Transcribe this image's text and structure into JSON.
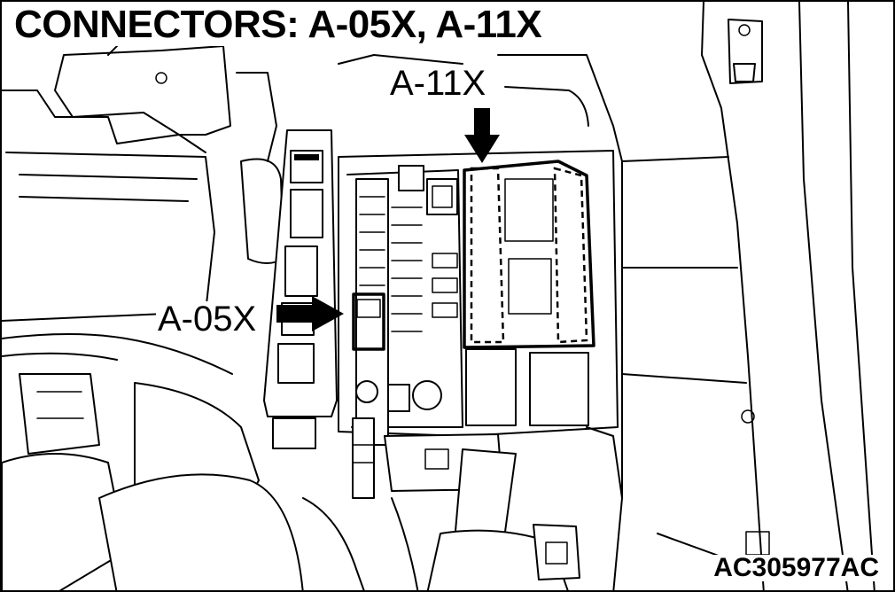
{
  "diagram": {
    "title": "CONNECTORS: A-05X, A-11X",
    "callouts": {
      "a11x": "A-11X",
      "a05x": "A-05X"
    },
    "figure_code": "AC305977AC"
  }
}
